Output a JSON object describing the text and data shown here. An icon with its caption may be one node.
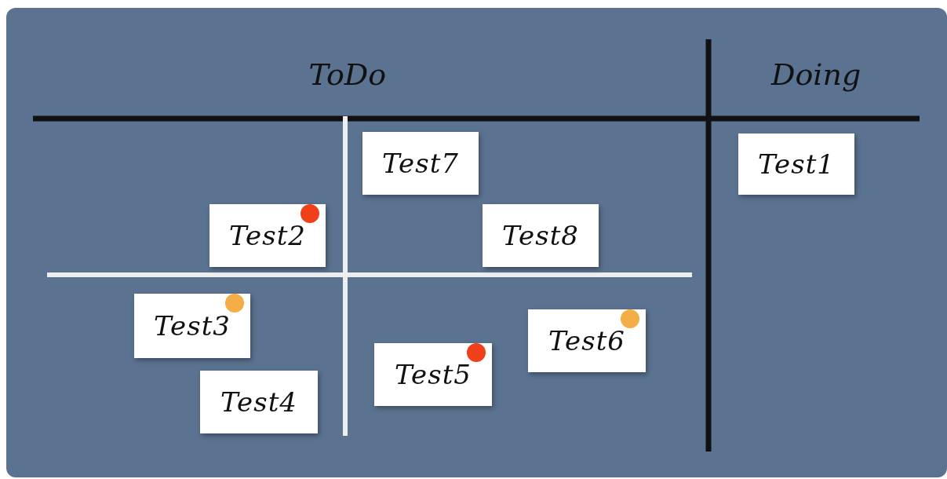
{
  "diagram": {
    "nodes": [
      {
        "text": [
          "Test7"
        ]
      },
      {
        "text": [
          "Test1"
        ]
      },
      {
        "text": [
          "Test2"
        ]
      },
      {
        "text": [
          "Test8"
        ]
      },
      {
        "text": [
          "Test3"
        ]
      },
      {
        "text": [
          "Test6"
        ]
      },
      {
        "text": [
          "Test5"
        ]
      },
      {
        "text": [
          "Test4"
        ]
      }
    ],
    "labels": [
      "ToDo",
      "Doing"
    ]
  }
}
